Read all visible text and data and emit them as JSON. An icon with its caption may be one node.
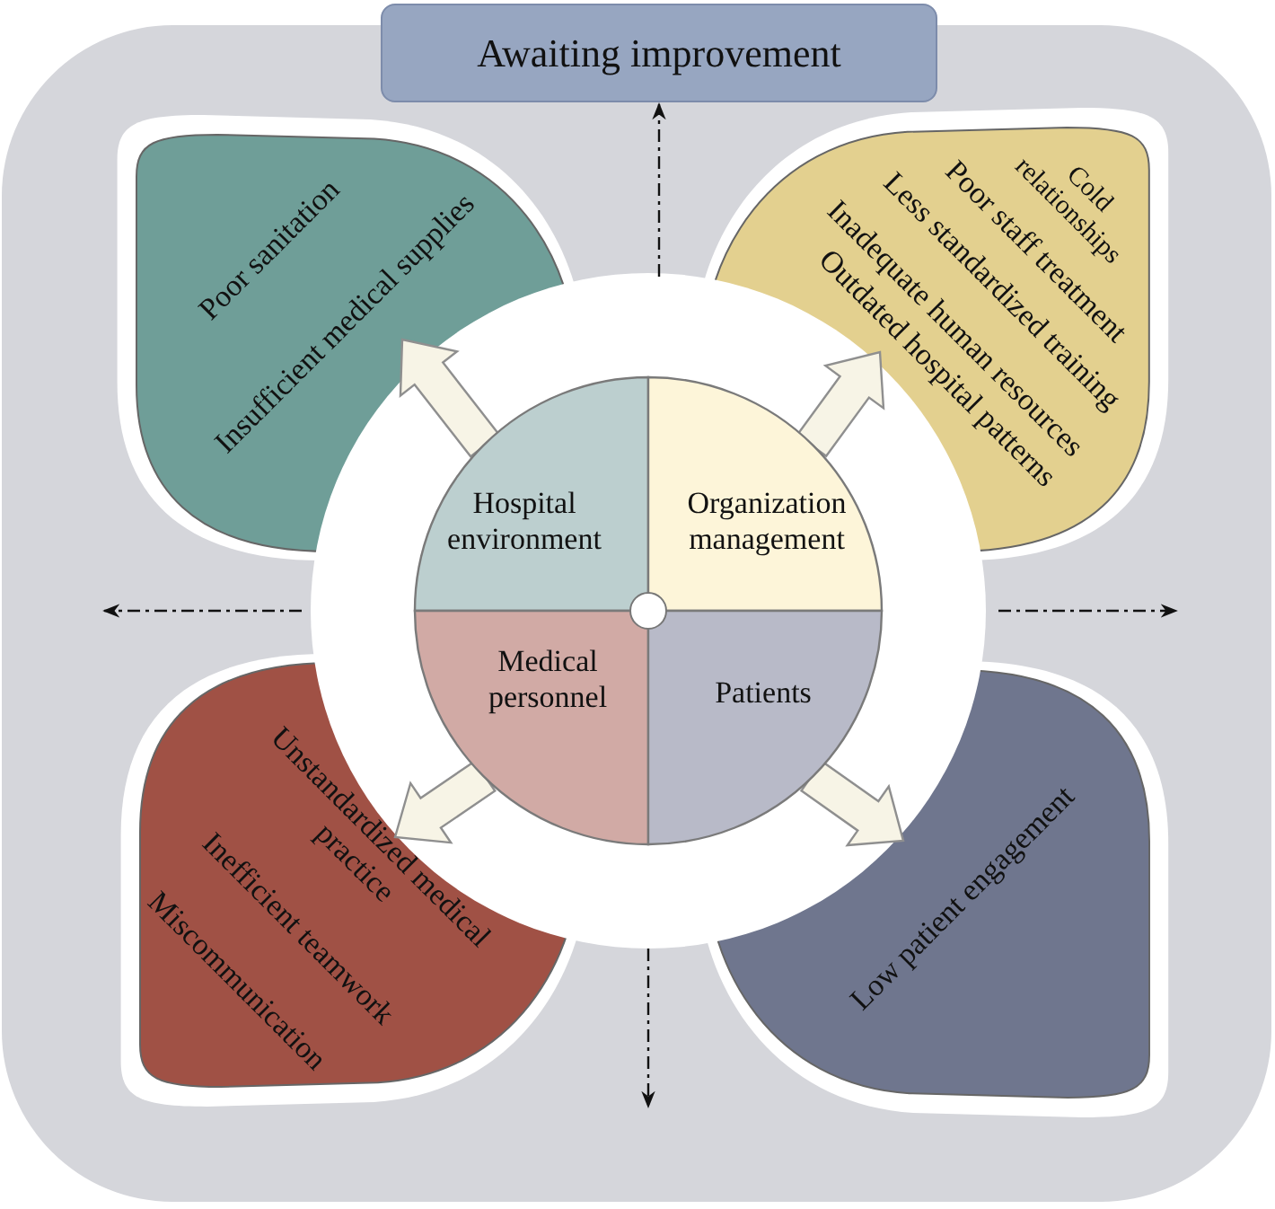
{
  "diagram": {
    "nodes": [
      {
        "text": [
          "Awaiting improvement"
        ]
      },
      {
        "text": [
          "Hospital environment"
        ]
      },
      {
        "text": [
          "Organization management"
        ]
      },
      {
        "text": [
          "Medical personnel"
        ]
      },
      {
        "text": [
          "Patients"
        ]
      },
      {
        "text": [
          "Poor sanitation",
          "Insufficient medical supplies"
        ]
      },
      {
        "text": [
          "Cold relationships",
          "Poor staff treatment",
          "Less standardized training",
          "Inadequate human resources",
          "Outdated hospital patterns"
        ]
      },
      {
        "text": [
          "Unstandardized medical practice",
          "Inefficient teamwork",
          "Miscommunication"
        ]
      },
      {
        "text": [
          "Low patient engagement"
        ]
      }
    ],
    "edges": [
      {
        "from": 1,
        "to": 5,
        "arrow": "to"
      },
      {
        "from": 2,
        "to": 6,
        "arrow": "to"
      },
      {
        "from": 3,
        "to": 7,
        "arrow": "to"
      },
      {
        "from": 4,
        "to": 8,
        "arrow": "to"
      },
      {
        "from": null,
        "to": 0,
        "arrow": "to",
        "style": "dashed"
      }
    ]
  }
}
